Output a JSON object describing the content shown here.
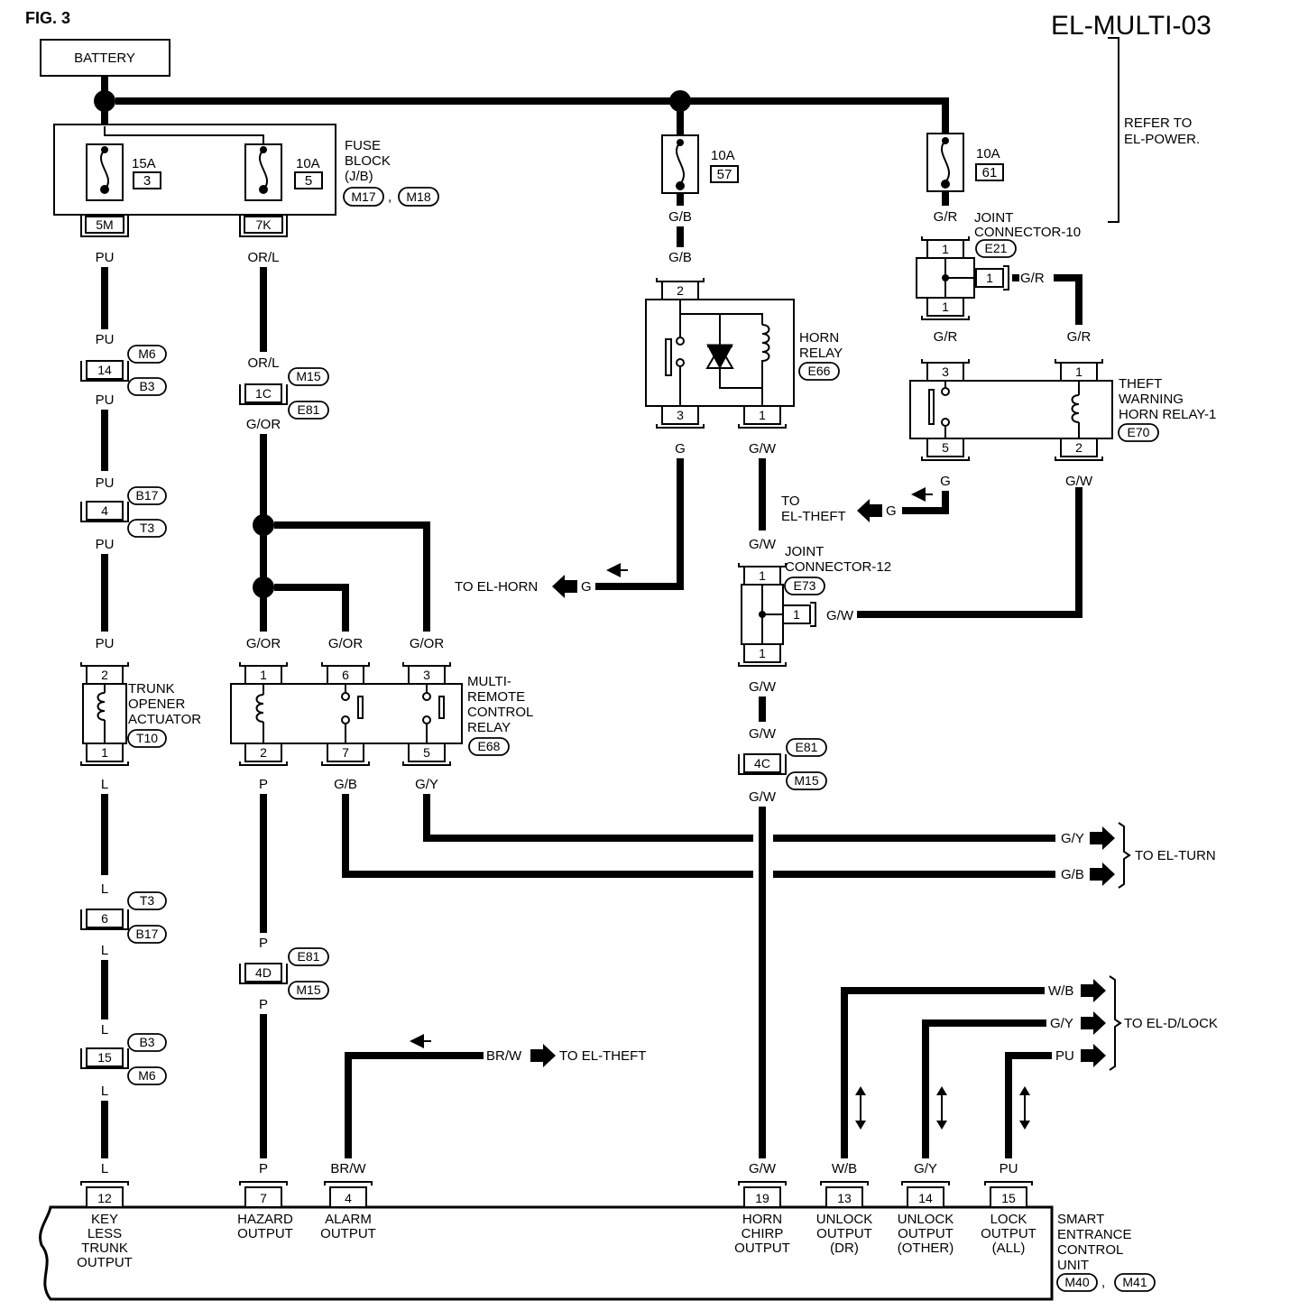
{
  "figure_label": "FIG. 3",
  "diagram_title": "EL-MULTI-03",
  "battery": "BATTERY",
  "refer_to": [
    "REFER TO",
    "EL-POWER."
  ],
  "fuse_block": {
    "label": [
      "FUSE",
      "BLOCK",
      "(J/B)"
    ],
    "refs": [
      "M17",
      "M18"
    ],
    "fuse1_rating": "15A",
    "fuse1_no": "3",
    "fuse2_rating": "10A",
    "fuse2_no": "5",
    "pin1": "5M",
    "pin2": "7K"
  },
  "fuse57": {
    "rating": "10A",
    "no": "57"
  },
  "fuse61": {
    "rating": "10A",
    "no": "61"
  },
  "horn_relay": {
    "label": [
      "HORN",
      "RELAY"
    ],
    "ref": "E66",
    "pin_top": "2",
    "pin_bl": "3",
    "pin_br": "1"
  },
  "joint10": {
    "label": [
      "JOINT",
      "CONNECTOR-10"
    ],
    "ref": "E21",
    "pin_top": "1",
    "pin_bot": "1",
    "pin_side": "1"
  },
  "joint12": {
    "label": [
      "JOINT",
      "CONNECTOR-12"
    ],
    "ref": "E73",
    "pin_top": "1",
    "pin_bot": "1",
    "pin_side": "1"
  },
  "theft_relay": {
    "label": [
      "THEFT",
      "WARNING",
      "HORN RELAY-1"
    ],
    "ref": "E70",
    "p3": "3",
    "p1": "1",
    "p5": "5",
    "p2": "2"
  },
  "trunk": {
    "label": [
      "TRUNK",
      "OPENER",
      "ACTUATOR"
    ],
    "ref": "T10",
    "pin_top": "2",
    "pin_bot": "1"
  },
  "mrcr": {
    "label": [
      "MULTI-",
      "REMOTE",
      "CONTROL",
      "RELAY"
    ],
    "ref": "E68",
    "p1": "1",
    "p6": "6",
    "p3": "3",
    "p2": "2",
    "p7": "7",
    "p5": "5"
  },
  "inline": {
    "c14": {
      "pin": "14",
      "ref_top": "M6",
      "ref_bot": "B3"
    },
    "c4": {
      "pin": "4",
      "ref_top": "B17",
      "ref_bot": "T3"
    },
    "c6": {
      "pin": "6",
      "ref_top": "T3",
      "ref_bot": "B17"
    },
    "c15": {
      "pin": "15",
      "ref_top": "B3",
      "ref_bot": "M6"
    },
    "c1C": {
      "pin": "1C",
      "ref_top": "M15",
      "ref_bot": "E81"
    },
    "c4D": {
      "pin": "4D",
      "ref_top": "E81",
      "ref_bot": "M15"
    },
    "c4C": {
      "pin": "4C",
      "ref_top": "E81",
      "ref_bot": "M15"
    }
  },
  "wires": {
    "pu": "PU",
    "orl": "OR/L",
    "gor": "G/OR",
    "l": "L",
    "p": "P",
    "gb": "G/B",
    "gy": "G/Y",
    "g": "G",
    "gw": "G/W",
    "gr": "G/R",
    "brw": "BR/W",
    "wb": "W/B"
  },
  "destinations": {
    "el_horn": "TO EL-HORN",
    "el_theft": "TO EL-THEFT",
    "el_theft_top": [
      "TO",
      "EL-THEFT"
    ],
    "el_turn": "TO EL-TURN",
    "el_dlock": "TO EL-D/LOCK"
  },
  "secu": {
    "label": [
      "SMART",
      "ENTRANCE",
      "CONTROL",
      "UNIT"
    ],
    "refs": [
      "M40",
      "M41"
    ],
    "pins": [
      "12",
      "7",
      "4",
      "19",
      "13",
      "14",
      "15"
    ],
    "out_keyless": [
      "KEY",
      "LESS",
      "TRUNK",
      "OUTPUT"
    ],
    "out_hazard": [
      "HAZARD",
      "OUTPUT"
    ],
    "out_alarm": [
      "ALARM",
      "OUTPUT"
    ],
    "out_horn": [
      "HORN",
      "CHIRP",
      "OUTPUT"
    ],
    "out_unlock_dr": [
      "UNLOCK",
      "OUTPUT",
      "(DR)"
    ],
    "out_unlock_other": [
      "UNLOCK",
      "OUTPUT",
      "(OTHER)"
    ],
    "out_lock_all": [
      "LOCK",
      "OUTPUT",
      "(ALL)"
    ]
  }
}
